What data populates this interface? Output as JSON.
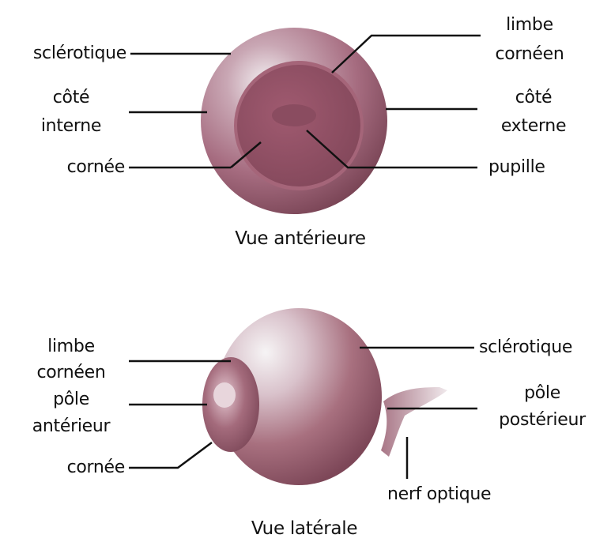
{
  "anterior_view": {
    "caption": "Vue antérieure",
    "labels": {
      "sclerotique": "sclérotique",
      "limbe": "limbe",
      "corneen": "cornéen",
      "cote_left_1": "côté",
      "interne": "interne",
      "cote_right_1": "côté",
      "externe": "externe",
      "cornee": "cornée",
      "pupille": "pupille"
    }
  },
  "lateral_view": {
    "caption": "Vue latérale",
    "labels": {
      "limbe": "limbe",
      "corneen": "cornéen",
      "pole_ant": "pôle",
      "anterieur": "antérieur",
      "cornee": "cornée",
      "sclerotique": "sclérotique",
      "pole_post": "pôle",
      "posterieur": "postérieur",
      "nerf": "nerf optique"
    }
  }
}
